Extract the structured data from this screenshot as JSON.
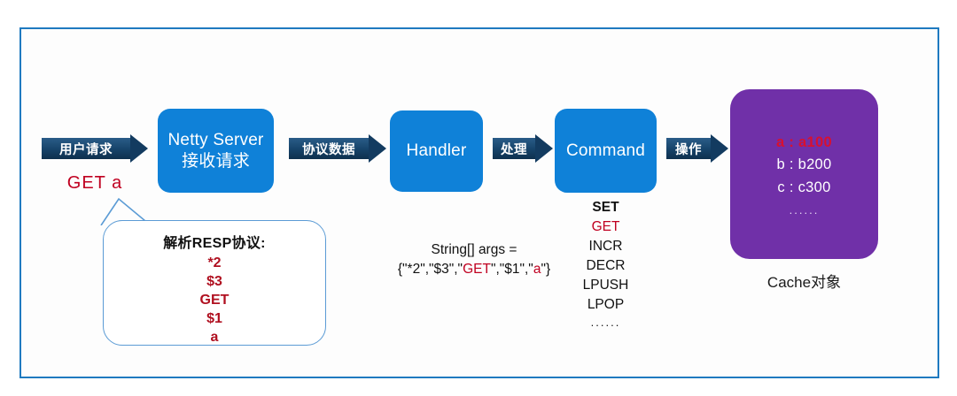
{
  "colors": {
    "frame_border": "#1f7ac0",
    "process_box": "#0f81d8",
    "cache_box": "#7030a8",
    "arrow": "#133b60",
    "highlight_red": "#c00020",
    "callout_border": "#5b9bd5"
  },
  "diagram": {
    "title": "Netty Redis-like request flow",
    "boxes": [
      {
        "id": "netty",
        "line1": "Netty Server",
        "line2": "接收请求"
      },
      {
        "id": "handler",
        "line1": "Handler",
        "line2": ""
      },
      {
        "id": "command",
        "line1": "Command",
        "line2": ""
      }
    ],
    "arrows": [
      {
        "id": "arrow-user-request",
        "label": "用户请求"
      },
      {
        "id": "arrow-protocol-data",
        "label": "协议数据"
      },
      {
        "id": "arrow-process",
        "label": "处理"
      },
      {
        "id": "arrow-operate",
        "label": "操作"
      }
    ],
    "request_sample": "GET a",
    "callout": {
      "title": "解析RESP协议:",
      "lines": [
        "*2",
        "$3",
        "GET",
        "$1",
        "a"
      ]
    },
    "args": {
      "line1": "String[] args =",
      "prefix": "{\"*2\",\"$3\",\"",
      "red1": "GET",
      "middle": "\",\"$1\",\"",
      "red2": "a",
      "suffix": "\"}"
    },
    "commands": [
      {
        "text": "SET",
        "style": "bold"
      },
      {
        "text": "GET",
        "style": "red"
      },
      {
        "text": "INCR",
        "style": "normal"
      },
      {
        "text": "DECR",
        "style": "normal"
      },
      {
        "text": "LPUSH",
        "style": "normal"
      },
      {
        "text": "LPOP",
        "style": "normal"
      },
      {
        "text": "......",
        "style": "dots"
      }
    ],
    "cache": {
      "entries": [
        {
          "text": "a : a100",
          "highlight": true
        },
        {
          "text": "b : b200",
          "highlight": false
        },
        {
          "text": "c : c300",
          "highlight": false
        }
      ],
      "dots": "......",
      "label": "Cache对象"
    }
  }
}
